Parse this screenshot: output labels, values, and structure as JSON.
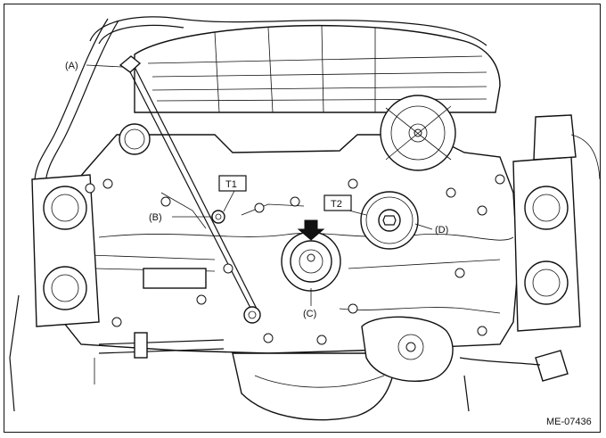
{
  "labels": {
    "a": "(A)",
    "b": "(B)",
    "c": "(C)",
    "d": "(D)"
  },
  "tags": {
    "t1": "T1",
    "t2": "T2"
  },
  "figure_code": "ME-07436",
  "colors": {
    "ink": "#111111",
    "paper": "#ffffff"
  },
  "icons": {
    "arrow": "down-arrow-icon"
  }
}
